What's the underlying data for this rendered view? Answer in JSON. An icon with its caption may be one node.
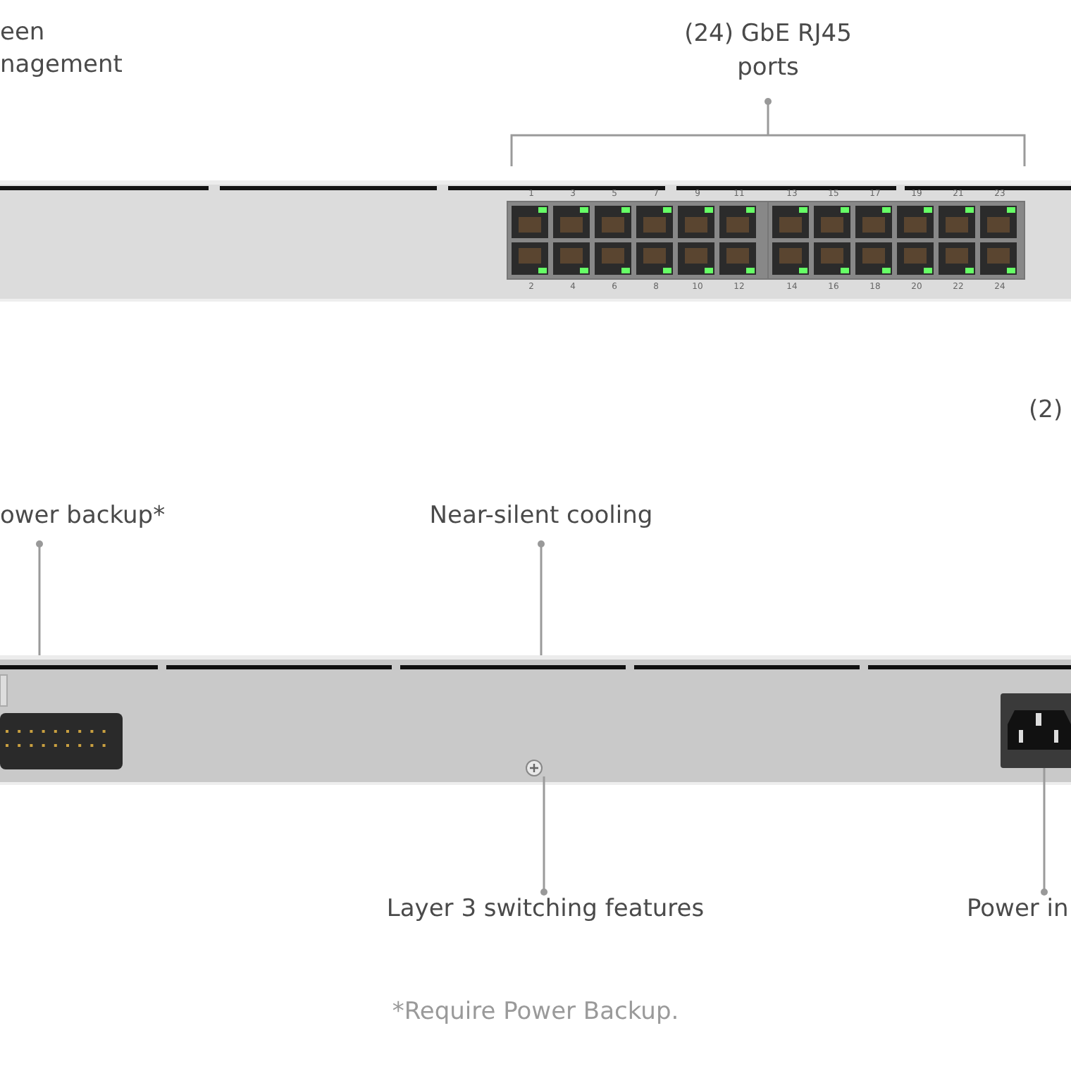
{
  "diagram": {
    "nodes": [
      {
        "text": [],
        "shape": "picture"
      },
      {
        "text": [],
        "shape": "picture"
      },
      {
        "text": [
          "(24) GbE RJ45 ports"
        ]
      },
      {
        "text": [
          "ower backup*"
        ]
      },
      {
        "text": [
          "Near-silent cooling"
        ]
      },
      {
        "text": [
          "Layer 3 switching features"
        ]
      },
      {
        "text": [
          "Power in"
        ]
      },
      {
        "text": [],
        "shape": "circle",
        "in": 1
      },
      {
        "text": [],
        "shape": "box",
        "in": 1
      },
      {
        "text": [],
        "shape": "bar",
        "in": 1
      }
    ],
    "edges": [
      {
        "from": 3,
        "to": 1,
        "arrow": "other"
      },
      {
        "from": 4,
        "to": 1,
        "arrow": "other"
      },
      {
        "from": 5,
        "to": 7,
        "arrow": "other"
      },
      {
        "from": 6,
        "to": 8,
        "arrow": "other"
      }
    ],
    "labels": [
      "een nagement",
      "1",
      "3",
      "5",
      "7",
      "9",
      "11",
      "13",
      "15",
      "17",
      "19",
      "21",
      "23",
      "2",
      "4",
      "6",
      "8",
      "10",
      "12",
      "14",
      "16",
      "18",
      "20",
      "22",
      "24",
      "(2)",
      "*Require Power Backup."
    ]
  }
}
